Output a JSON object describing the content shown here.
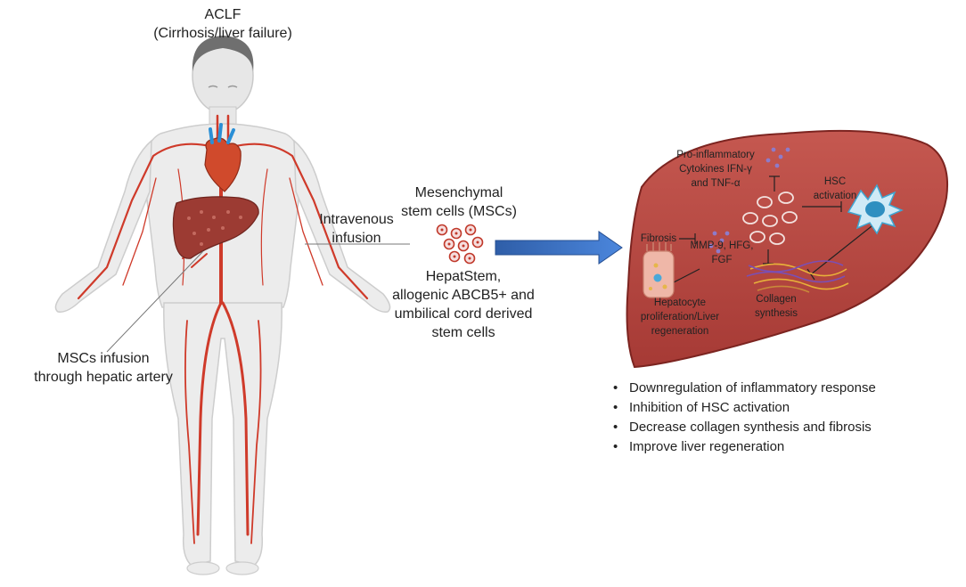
{
  "figure": {
    "condition": {
      "line1": "ACLF",
      "line2": "(Cirrhosis/liver failure)"
    },
    "iv_label": {
      "line1": "Intravenous",
      "line2": "infusion"
    },
    "hepatic_label": {
      "line1": "MSCs infusion",
      "line2": "through hepatic artery"
    },
    "msc_label": {
      "line1": "Mesenchymal",
      "line2": "stem cells (MSCs)"
    },
    "msc_types": {
      "line1": "HepatStem,",
      "line2": "allogenic ABCB5+ and",
      "line3": "umbilical cord derived",
      "line4": "stem cells"
    },
    "liver": {
      "cytokines": {
        "line1": "Pro-inflammatory",
        "line2": "Cytokines IFN-γ",
        "line3": "and TNF-α"
      },
      "hsc": {
        "line1": "HSC",
        "line2": "activation"
      },
      "fibrosis": "Fibrosis",
      "factors": {
        "line1": "MMP-9, HFG,",
        "line2": "FGF"
      },
      "collagen": {
        "line1": "Collagen",
        "line2": "synthesis"
      },
      "hepatocyte": {
        "line1": "Hepatocyte",
        "line2": "proliferation/Liver",
        "line3": "regeneration"
      }
    },
    "outcomes": [
      "Downregulation of inflammatory response",
      "Inhibition of HSC activation",
      "Decrease collagen synthesis and fibrosis",
      "Improve liver regeneration"
    ],
    "colors": {
      "liver": "#b7453f",
      "vessel": "#cf3a2a",
      "arrow": "#3a6fc4",
      "cell": "#c0392b",
      "cytokine": "#8e7bc9",
      "hsc_cell": "#3fa6d2"
    }
  }
}
